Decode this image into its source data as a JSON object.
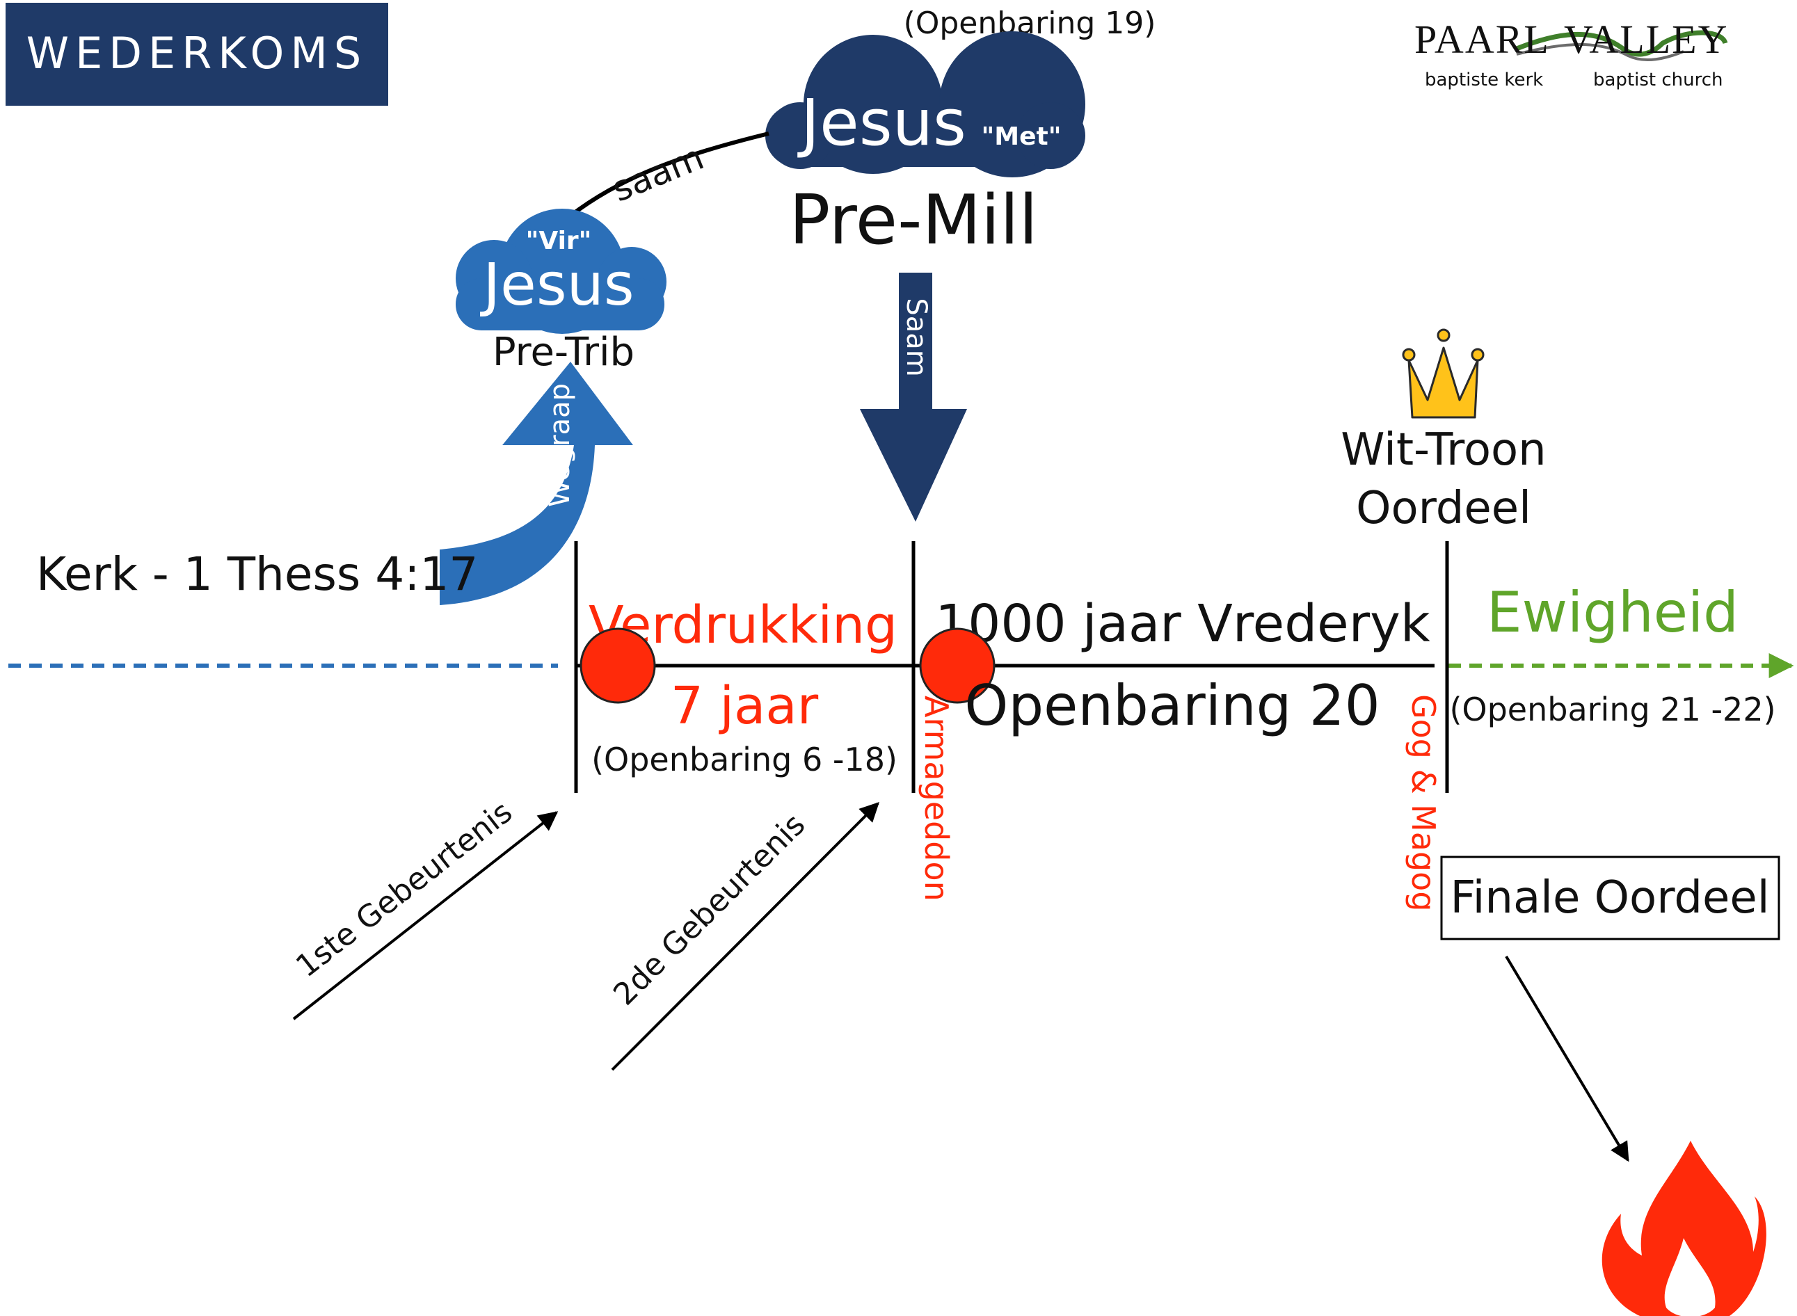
{
  "header": {
    "title": "WEDERKOMS"
  },
  "logo": {
    "name_left": "PAARL",
    "name_right": "VALLEY",
    "sub_left": "baptiste kerk",
    "sub_right": "baptist church"
  },
  "premill": {
    "reference": "(Openbaring 19)",
    "cloud_word": "Jesus",
    "cloud_tag": "\"Met\"",
    "title": "Pre-Mill",
    "arrow_label": "Saam"
  },
  "pretrib": {
    "cloud_tag": "\"Vir\"",
    "cloud_word": "Jesus",
    "title": "Pre-Trib",
    "arrow_label": "Wegraap",
    "link_label": "saam"
  },
  "church": {
    "label": "Kerk - 1 Thess 4:17"
  },
  "tribulation": {
    "title": "Verdrukking",
    "duration": "7 jaar",
    "reference": "(Openbaring 6 -18)"
  },
  "millennium": {
    "title": "1000 jaar Vrederyk",
    "reference": "Openbaring 20"
  },
  "eternity": {
    "title": "Ewigheid",
    "reference": "(Openbaring 21 -22)"
  },
  "battles": {
    "armageddon": "Armageddon",
    "gog_magog": "Gog & Magog"
  },
  "judgment": {
    "white_throne_line1": "Wit-Troon",
    "white_throne_line2": "Oordeel",
    "final": "Finale Oordeel"
  },
  "events": {
    "first": "1ste Gebeurtenis",
    "second": "2de Gebeurtenis"
  },
  "icons": {
    "crown": "crown-icon",
    "fire": "fire-icon"
  },
  "colors": {
    "navy": "#1f3a68",
    "blue": "#2b6fb8",
    "red": "#ff2a0a",
    "green": "#5fa52a",
    "dashed_blue": "#2b6fb8",
    "crown": "#ffc21a"
  }
}
